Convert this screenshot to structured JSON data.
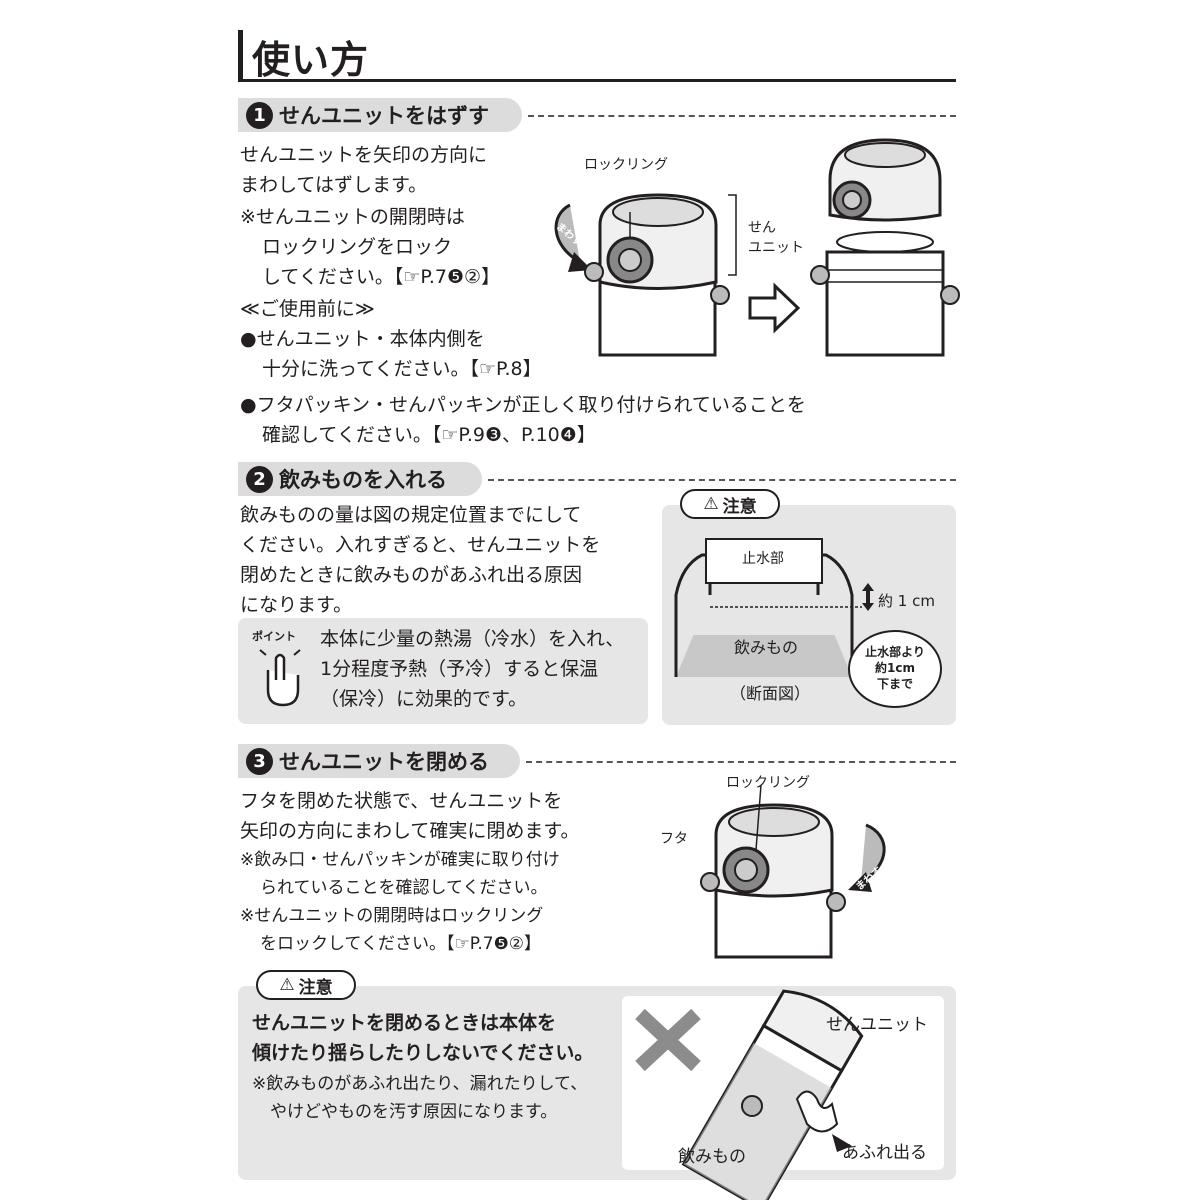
{
  "title": "使い方",
  "step1": {
    "number": "1",
    "heading": "せんユニットをはずす",
    "lines": [
      "せんユニットを矢印の方向に",
      "まわしてはずします。"
    ],
    "note_lines": [
      "※せんユニットの開閉時は",
      "ロックリングをロック",
      "してください。【☞P.7❺②】"
    ],
    "before_use": "≪ご使用前に≫",
    "bullet1_lines": [
      "●せんユニット・本体内側を",
      "十分に洗ってください。【☞P.8】"
    ],
    "bullet2_lines": [
      "●フタパッキン・せんパッキンが正しく取り付けられていることを",
      "確認してください。【☞P.9❸、P.10❹】"
    ],
    "label_lock_ring": "ロックリング",
    "label_unit": [
      "せん",
      "ユニット"
    ],
    "label_turn": "まわす"
  },
  "step2": {
    "number": "2",
    "heading": "飲みものを入れる",
    "lines": [
      "飲みものの量は図の規定位置までにして",
      "ください。入れすぎると、せんユニットを",
      "閉めたときに飲みものがあふれ出る原因",
      "になります。"
    ],
    "point_label": "ポイント",
    "point_lines": [
      "本体に少量の熱湯（冷水）を入れ、",
      "1分程度予熱（予冷）すると保温",
      "（保冷）に効果的です。"
    ],
    "caution": "注意",
    "label_stop": "止水部",
    "label_1cm": "約 1 cm",
    "label_drink": "飲みもの",
    "label_section": "（断面図）",
    "bubble_lines": [
      "止水部より",
      "約1cm",
      "下まで"
    ]
  },
  "step3": {
    "number": "3",
    "heading": "せんユニットを閉める",
    "lines": [
      "フタを閉めた状態で、せんユニットを",
      "矢印の方向にまわして確実に閉めます。"
    ],
    "note_lines": [
      "※飲み口・せんパッキンが確実に取り付け",
      "られていることを確認してください。",
      "※せんユニットの開閉時はロックリング",
      "をロックしてください。【☞P.7❺②】"
    ],
    "label_lock_ring": "ロックリング",
    "label_lid": "フタ",
    "label_turn": "まわす"
  },
  "caution2": {
    "label": "注意",
    "bold_lines": [
      "せんユニットを閉めるときは本体を",
      "傾けたり揺らしたりしないでください。"
    ],
    "note_lines": [
      "※飲みものがあふれ出たり、漏れたりして、",
      "やけどやものを汚す原因になります。"
    ],
    "label_unit": "せんユニット",
    "label_drink": "飲みもの",
    "label_overflow": "あふれ出る"
  }
}
